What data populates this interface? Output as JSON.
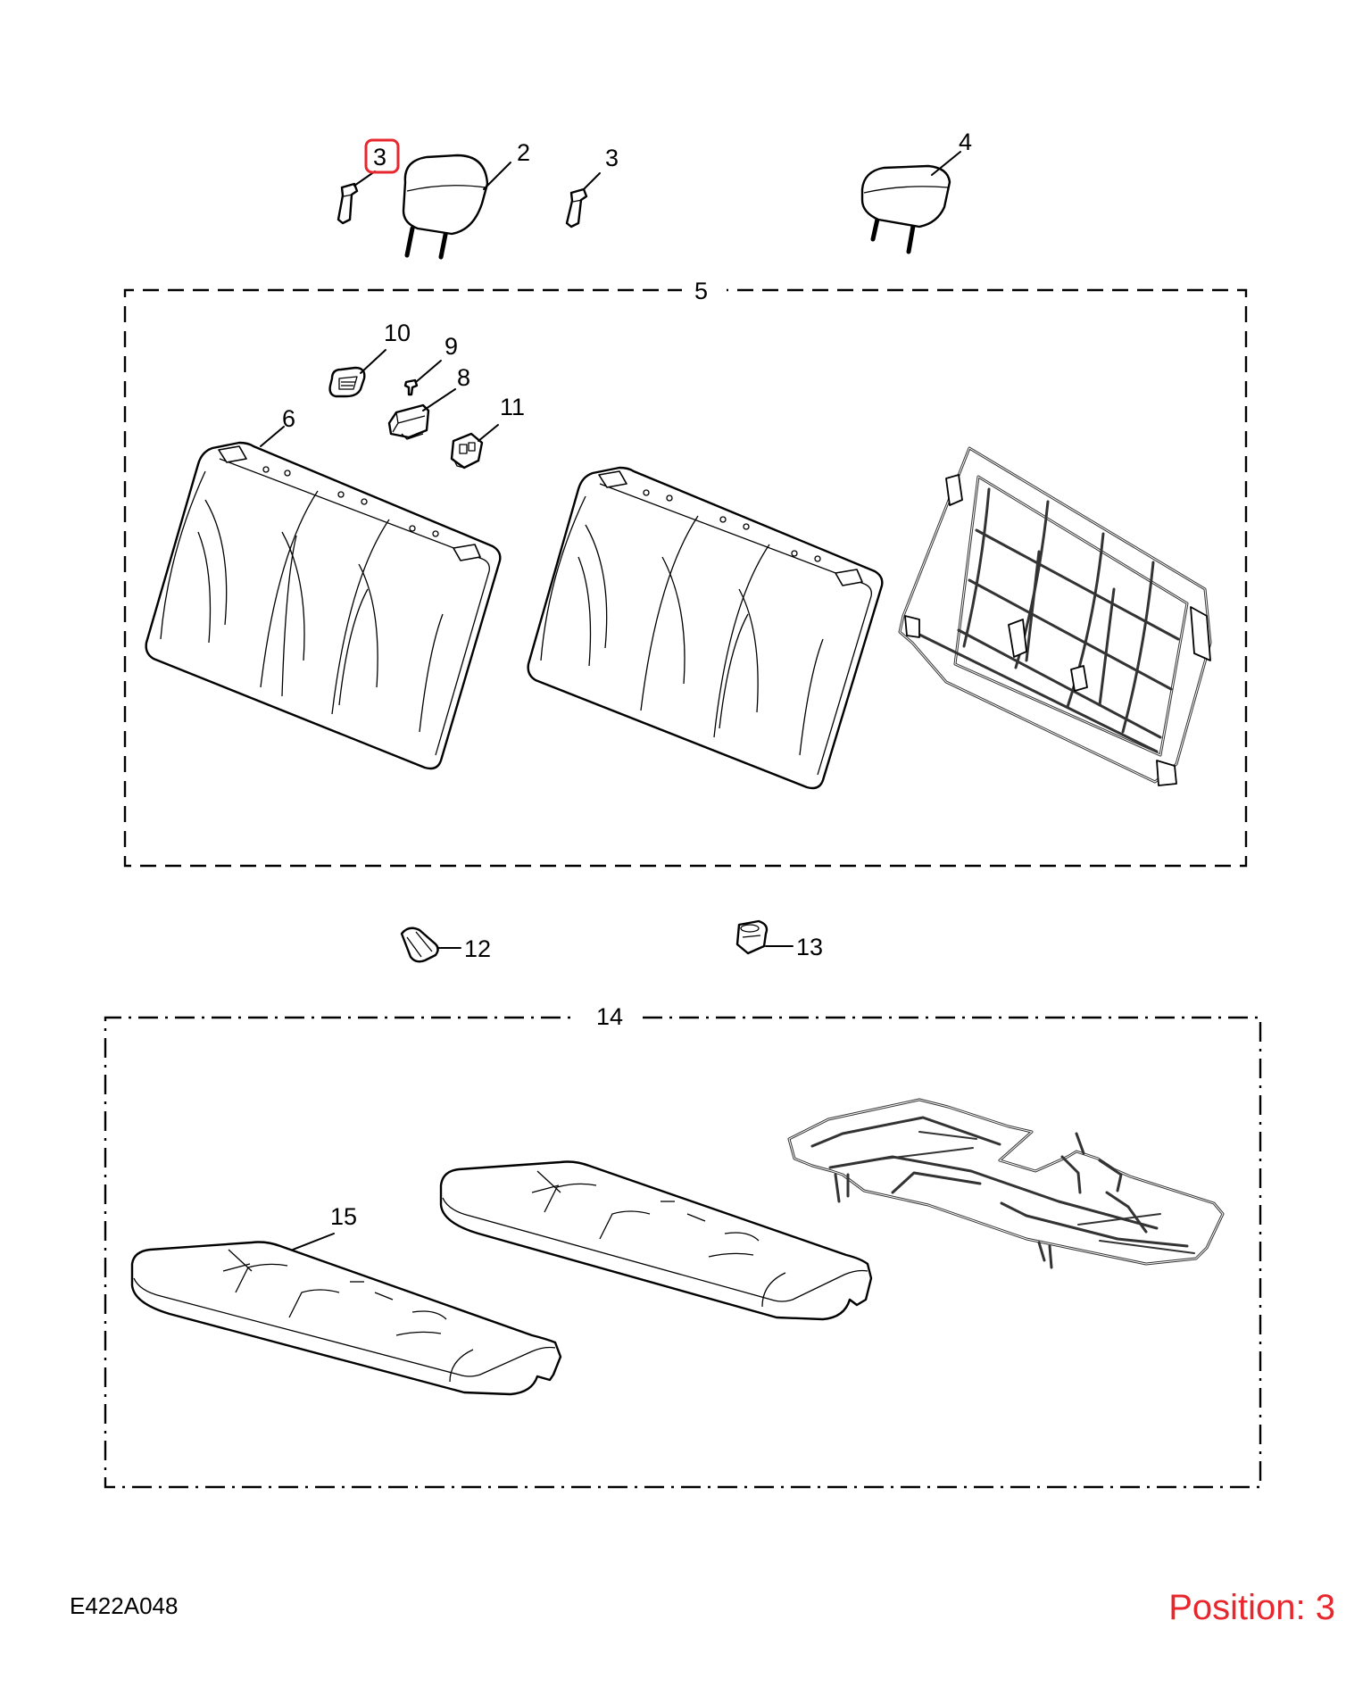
{
  "diagram_code": "E422A048",
  "position_label": "Position: 3",
  "highlight_color": "#e8262d",
  "callouts": {
    "c2": "2",
    "c3a": "3",
    "c3b": "3",
    "c4": "4",
    "c5": "5",
    "c6": "6",
    "c8": "8",
    "c9": "9",
    "c10": "10",
    "c11": "11",
    "c12": "12",
    "c13": "13",
    "c14": "14",
    "c15": "15"
  }
}
